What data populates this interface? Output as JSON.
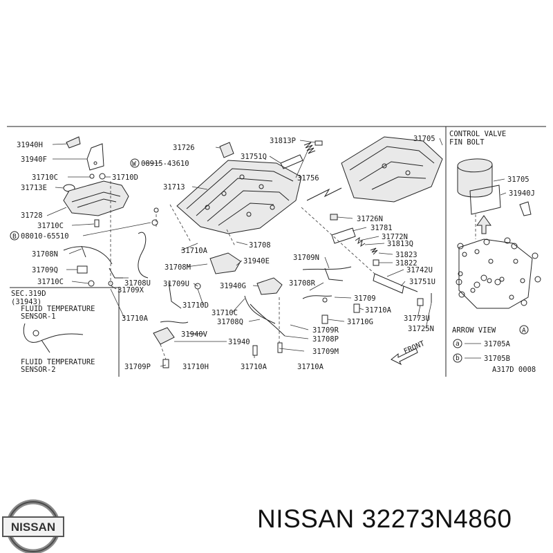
{
  "brand": {
    "logo_text": "NISSAN",
    "caption": "NISSAN 32273N4860"
  },
  "diagram": {
    "code": "A317D 0008",
    "inset_title_1": "CONTROL VALVE",
    "inset_title_2": "FIN BOLT",
    "arrow_view": "ARROW VIEW",
    "arrow_view_mark": "A",
    "front_label": "FRONT",
    "sec_ref": "SEC.319D",
    "sec_ref_part": "(31943)",
    "sensor1_line1": "FLUID TEMPERATURE",
    "sensor1_line2": "SENSOR-1",
    "sensor2_line1": "FLUID TEMPERATURE",
    "sensor2_line2": "SENSOR-2",
    "legend_a_mark": "a",
    "legend_a_part": "31705A",
    "legend_b_mark": "b",
    "legend_b_part": "31705B",
    "washer_mark": "W",
    "bolt_mark": "B",
    "labels": {
      "p31940H": "31940H",
      "p31940F": "31940F",
      "p31710C_a": "31710C",
      "p31710D_a": "31710D",
      "p31713E": "31713E",
      "p31728": "31728",
      "p31710C_b": "31710C",
      "p08010": "08010-65510",
      "p31708N": "31708N",
      "p31709Q": "31709Q",
      "p31710C_c": "31710C",
      "p31708U": "31708U",
      "p31709X": "31709X",
      "p31710A_a": "31710A",
      "p31726": "31726",
      "p08915": "08915-43610",
      "p31713": "31713",
      "p31813P": "31813P",
      "p31751Q": "31751Q",
      "p31756": "31756",
      "p31705_a": "31705",
      "p31705_b": "31705",
      "p31940J": "31940J",
      "p31710A_b": "31710A",
      "p31708M": "31708M",
      "p31708": "31708",
      "p31940E": "31940E",
      "p31709U": "31709U",
      "p31940G": "31940G",
      "p31710D_b": "31710D",
      "p31710C_d": "31710C",
      "p31708Q": "31708Q",
      "p31940V": "31940V",
      "p31940": "31940",
      "p31709P": "31709P",
      "p31710H": "31710H",
      "p31710A_c": "31710A",
      "p31710A_d": "31710A",
      "p31709M": "31709M",
      "p31708P": "31708P",
      "p31709R": "31709R",
      "p31710G": "31710G",
      "p31710A_e": "31710A",
      "p31709": "31709",
      "p31708R": "31708R",
      "p31709N": "31709N",
      "p31726N": "31726N",
      "p31781": "31781",
      "p31772N": "31772N",
      "p31813Q": "31813Q",
      "p31823": "31823",
      "p31822": "31822",
      "p31742U": "31742U",
      "p31751U": "31751U",
      "p31773U": "31773U",
      "p31725N": "31725N"
    }
  }
}
